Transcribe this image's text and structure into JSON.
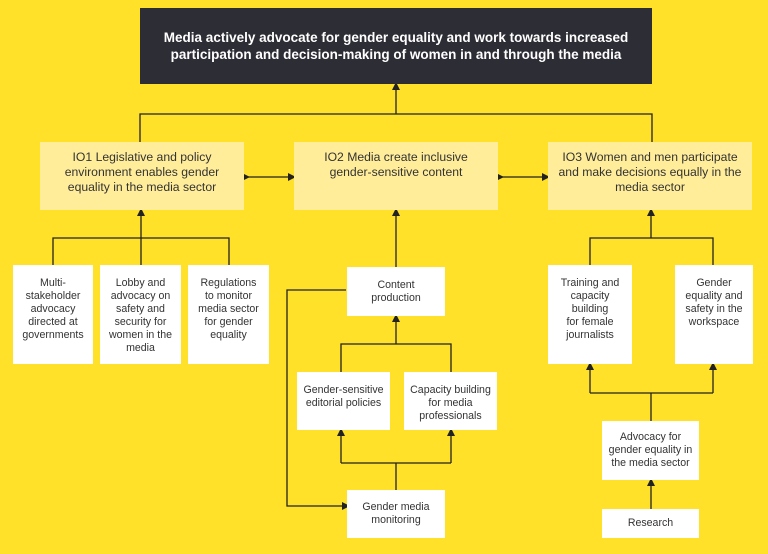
{
  "goal": "Media actively advocate for gender equality and work towards increased\nparticipation and decision-making of women in and through the media",
  "outcomes": [
    {
      "label": "IO1  Legislative and policy\nenvironment enables gender\nequality in the media sector"
    },
    {
      "label": "IO2  Media create inclusive\ngender-sensitive content"
    },
    {
      "label": "IO3  Women and men participate\nand make decisions equally in the\nmedia sector"
    }
  ],
  "io1_outputs": [
    "Multi-\nstakeholder\nadvocacy\ndirected at\ngovernments",
    "Lobby and\nadvocacy on\nsafety and\nsecurity for\nwomen in the\nmedia",
    "Regulations\nto monitor\nmedia sector\nfor gender\nequality"
  ],
  "io2_outputs": {
    "content_production": "Content\nproduction",
    "editorial_policies": "Gender-sensitive\neditorial policies",
    "capacity_building": "Capacity building\nfor media\nprofessionals",
    "monitoring": "Gender media\nmonitoring"
  },
  "io3_outputs": {
    "training": "Training and\ncapacity\nbuilding\nfor female\njournalists",
    "workplace": "Gender\nequality and\nsafety in the\nworkspace",
    "advocacy": "Advocacy for\ngender equality in\nthe media sector",
    "research": "Research"
  },
  "colors": {
    "background": "#FFE12A",
    "goal_box": "#2D2D35",
    "outcome_box": "#FFED9A",
    "output_box": "#FFFFFF",
    "connector": "#222222"
  }
}
